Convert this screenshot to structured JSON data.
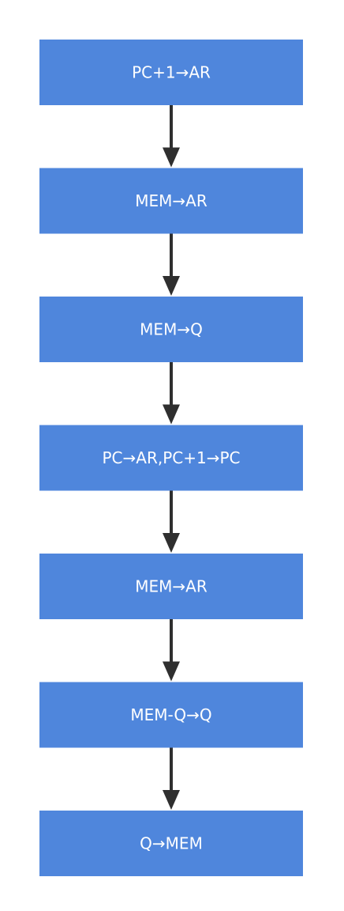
{
  "diagram": {
    "type": "flowchart",
    "direction": "top-to-bottom",
    "colors": {
      "node_fill": "#4f86dc",
      "node_text": "#ffffff",
      "edge": "#2f2f2f",
      "background": "#ffffff"
    },
    "nodes": [
      {
        "id": "n1",
        "label": "PC+1→AR"
      },
      {
        "id": "n2",
        "label": "MEM→AR"
      },
      {
        "id": "n3",
        "label": "MEM→Q"
      },
      {
        "id": "n4",
        "label": "PC→AR,PC+1→PC"
      },
      {
        "id": "n5",
        "label": "MEM→AR"
      },
      {
        "id": "n6",
        "label": "MEM-Q→Q"
      },
      {
        "id": "n7",
        "label": "Q→MEM"
      }
    ],
    "edges": [
      {
        "from": "n1",
        "to": "n2"
      },
      {
        "from": "n2",
        "to": "n3"
      },
      {
        "from": "n3",
        "to": "n4"
      },
      {
        "from": "n4",
        "to": "n5"
      },
      {
        "from": "n5",
        "to": "n6"
      },
      {
        "from": "n6",
        "to": "n7"
      }
    ]
  }
}
